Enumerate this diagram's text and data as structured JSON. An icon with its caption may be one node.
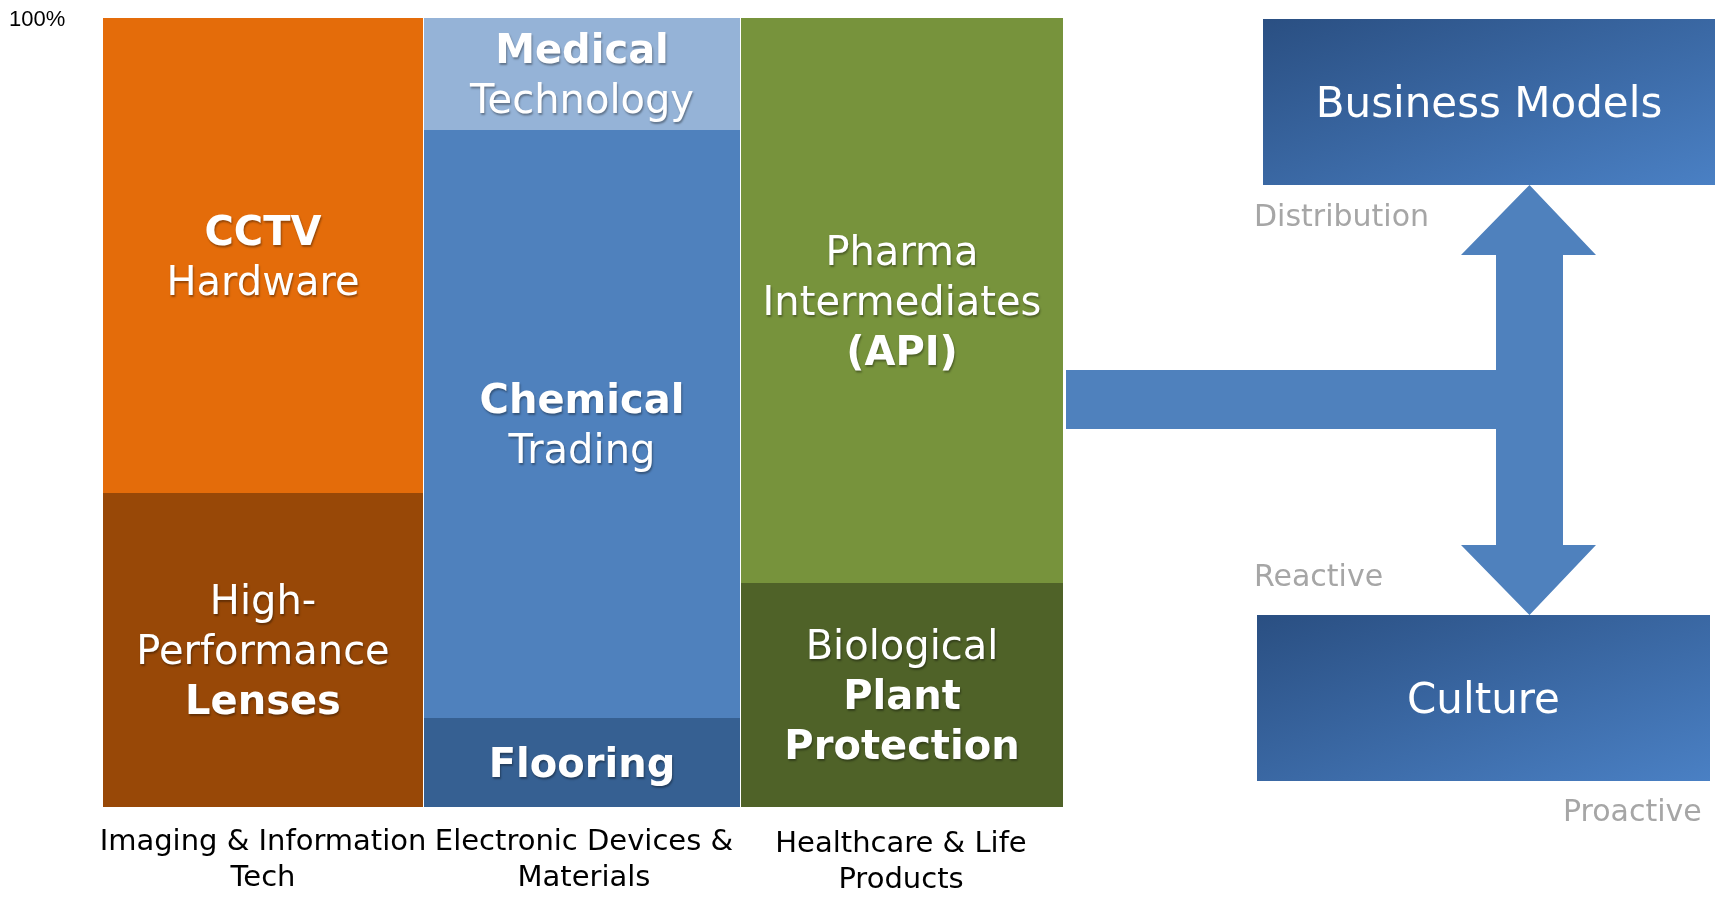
{
  "diagram": {
    "nodes": [
      {
        "text": [
          "**CCTV** Hardware"
        ]
      },
      {
        "text": [
          "High-Performance **Lenses**"
        ]
      },
      {
        "text": [
          "**Medical** Technology"
        ]
      },
      {
        "text": [
          "**Chemical** Trading"
        ]
      },
      {
        "text": [
          "Flooring"
        ]
      },
      {
        "text": [
          "Pharma Intermediates **(API)**"
        ]
      },
      {
        "text": [
          "Biological **Plant Protection**"
        ]
      },
      {
        "text": [
          "Business Models"
        ]
      },
      {
        "text": [
          "Culture"
        ]
      }
    ],
    "edges": [
      {
        "from": 5,
        "to": 7,
        "arrow": "to"
      },
      {
        "from": 5,
        "to": 8,
        "arrow": "to"
      }
    ],
    "labels": [
      "100%",
      "Imaging & Information Tech",
      "Electronic Devices & Materials",
      "Healthcare & Life Products",
      "Distribution",
      "Reactive",
      "Proactive"
    ]
  }
}
